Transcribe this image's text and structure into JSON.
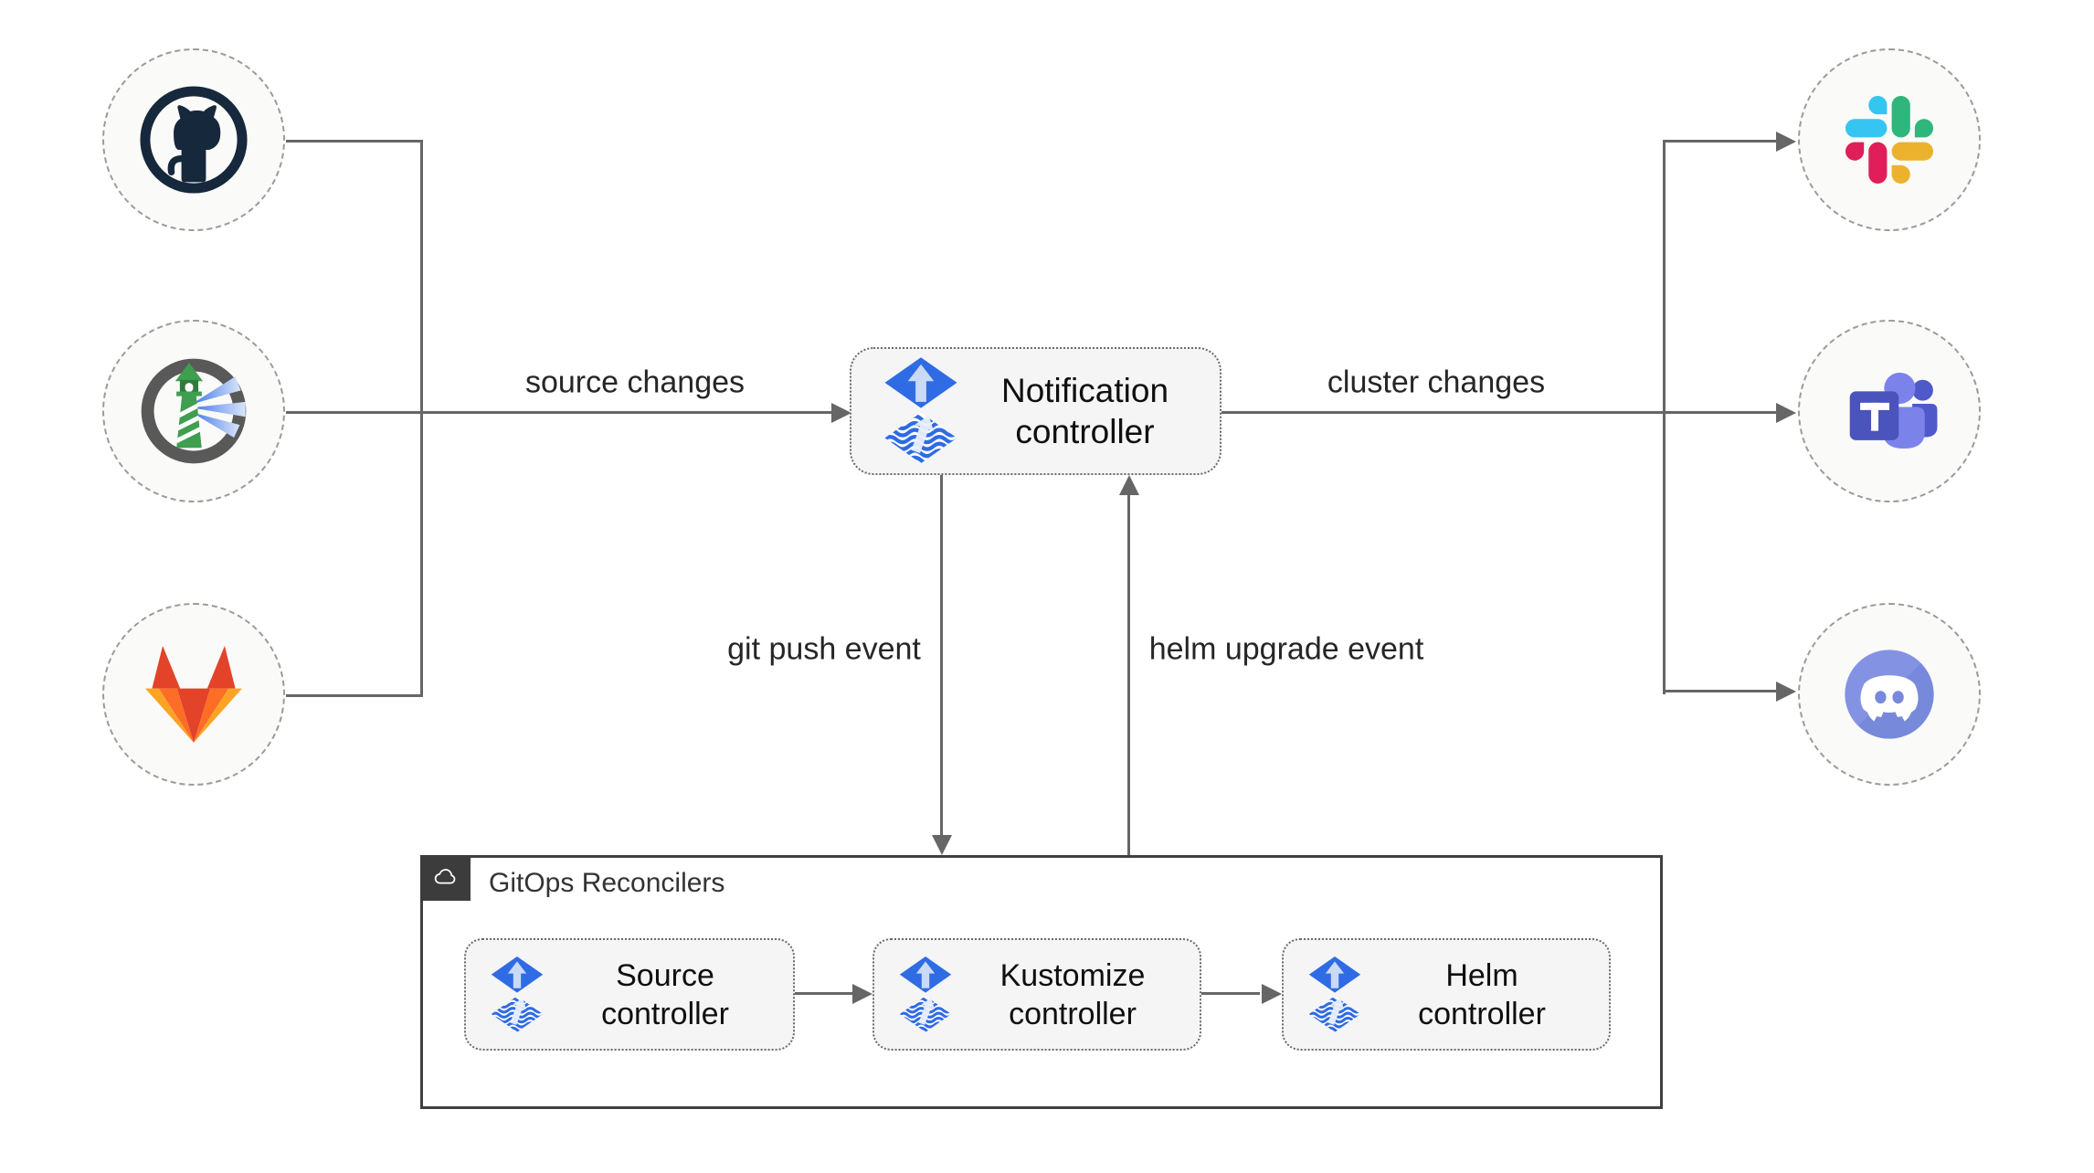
{
  "nodes": {
    "sources": [
      {
        "icon": "github-icon"
      },
      {
        "icon": "harbor-icon"
      },
      {
        "icon": "gitlab-icon"
      }
    ],
    "targets": [
      {
        "icon": "slack-icon"
      },
      {
        "icon": "teams-icon"
      },
      {
        "icon": "discord-icon"
      }
    ]
  },
  "notification_controller": {
    "icon": "flux-icon",
    "line1": "Notification",
    "line2": "controller"
  },
  "reconcilers": {
    "title": "GitOps Reconcilers",
    "badge_icon": "cloud-icon",
    "controllers": [
      {
        "icon": "flux-icon",
        "line1": "Source",
        "line2": "controller"
      },
      {
        "icon": "flux-icon",
        "line1": "Kustomize",
        "line2": "controller"
      },
      {
        "icon": "flux-icon",
        "line1": "Helm",
        "line2": "controller"
      }
    ]
  },
  "edges": {
    "source_changes": "source changes",
    "cluster_changes": "cluster changes",
    "git_push_event": "git push event",
    "helm_upgrade_event": "helm upgrade event"
  },
  "colors": {
    "arrow": "#666666",
    "node_fill": "#fafaf8",
    "box_fill": "#f5f5f6",
    "container_border": "#404040",
    "flux_blue": "#2f6be4",
    "github_dark": "#16283c",
    "harbor_green": "#3f9e4f",
    "gitlab": [
      "#e24329",
      "#fc6d26",
      "#fca326"
    ],
    "slack": [
      "#36C5F0",
      "#2EB67D",
      "#ECB22E",
      "#E01E5A"
    ],
    "teams_purple": "#4B53BC",
    "discord_blurple": "#7789DA"
  }
}
